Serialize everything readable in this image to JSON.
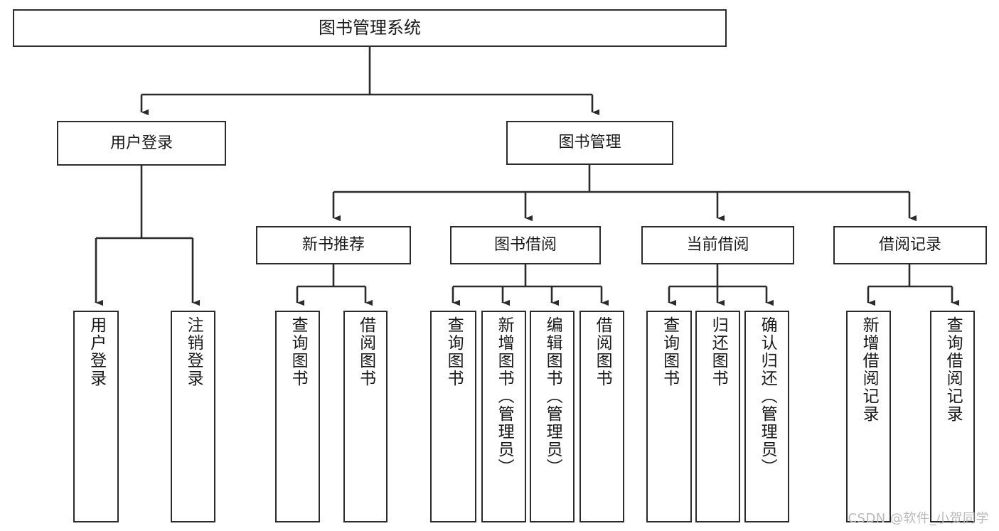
{
  "diagram": {
    "title": "图书管理系统",
    "type": "tree",
    "watermark": "CSDN @软件_小贺同学",
    "colors": {
      "stroke": "#2b2b2b",
      "fill": "#ffffff",
      "text": "#1a1a1a",
      "watermark": "#b9b9b9"
    },
    "root": {
      "label": "图书管理系统"
    },
    "level1": [
      {
        "label": "用户登录"
      },
      {
        "label": "图书管理"
      }
    ],
    "level2": [
      {
        "label": "新书推荐"
      },
      {
        "label": "图书借阅"
      },
      {
        "label": "当前借阅"
      },
      {
        "label": "借阅记录"
      }
    ],
    "leaves": {
      "user_login": [
        {
          "label": "用户登录"
        },
        {
          "label": "注销登录"
        }
      ],
      "new_book_recommend": [
        {
          "label": "查询图书"
        },
        {
          "label": "借阅图书"
        }
      ],
      "book_borrow": [
        {
          "label": "查询图书"
        },
        {
          "label": "新增图书（管理员）"
        },
        {
          "label": "编辑图书（管理员）"
        },
        {
          "label": "借阅图书"
        }
      ],
      "current_borrow": [
        {
          "label": "查询图书"
        },
        {
          "label": "归还图书"
        },
        {
          "label": "确认归还（管理员）"
        }
      ],
      "borrow_record": [
        {
          "label": "新增借阅记录"
        },
        {
          "label": "查询借阅记录"
        }
      ]
    }
  }
}
